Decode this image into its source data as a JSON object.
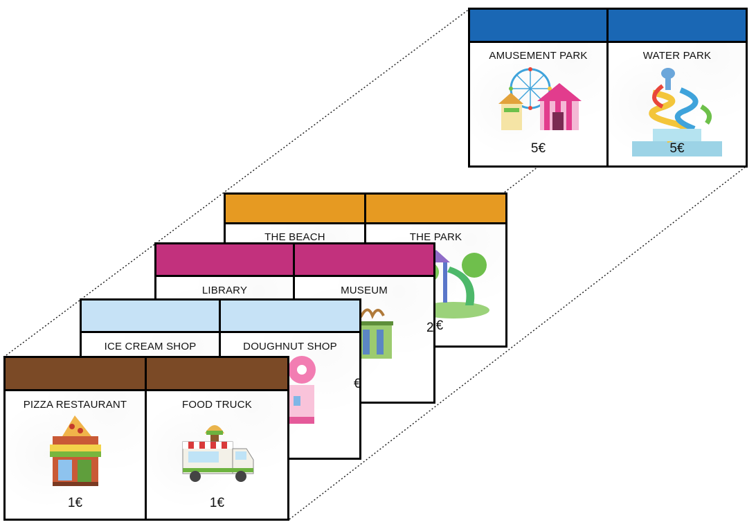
{
  "colors": {
    "dark_blue": "#1A67B4",
    "orange": "#E69A22",
    "magenta": "#C2317D",
    "light_blue": "#C6E2F6",
    "brown": "#7B4A26"
  },
  "sets": {
    "dark_blue": {
      "cards": [
        {
          "name": "AMUSEMENT PARK",
          "price": "5€",
          "icon": "amusement-park-icon"
        },
        {
          "name": "WATER PARK",
          "price": "5€",
          "icon": "water-park-icon"
        }
      ]
    },
    "orange": {
      "cards": [
        {
          "name": "THE BEACH",
          "price": "",
          "icon": ""
        },
        {
          "name": "THE PARK",
          "price": "2€",
          "icon": "playground-icon"
        }
      ]
    },
    "magenta": {
      "cards": [
        {
          "name": "LIBRARY",
          "price": "",
          "icon": ""
        },
        {
          "name": "MUSEUM",
          "price": "2€",
          "icon": "museum-icon"
        }
      ]
    },
    "light_blue": {
      "cards": [
        {
          "name": "ICE CREAM SHOP",
          "price": "",
          "icon": ""
        },
        {
          "name": "DOUGHNUT SHOP",
          "price": "€",
          "icon": "doughnut-shop-icon"
        }
      ]
    },
    "brown": {
      "cards": [
        {
          "name": "PIZZA RESTAURANT",
          "price": "1€",
          "icon": "pizza-restaurant-icon"
        },
        {
          "name": "FOOD TRUCK",
          "price": "1€",
          "icon": "food-truck-icon"
        }
      ]
    }
  }
}
